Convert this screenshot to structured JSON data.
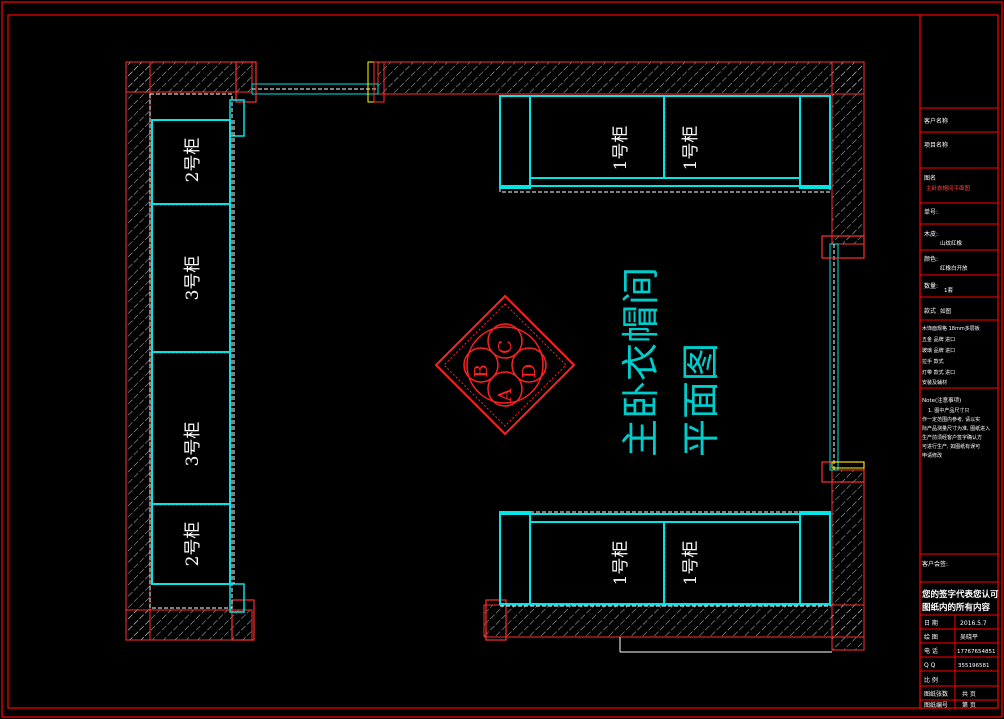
{
  "colors": {
    "background": "#000000",
    "frame": "#ff0000",
    "wall_hatch": "#ffffff",
    "cabinet": "#00e5e5",
    "title_text": "#00cccc",
    "label_text": "#ffffff",
    "accent_red": "#ff2020",
    "accent_yellow": "#ffff00"
  },
  "drawing": {
    "title_line1": "主卧衣帽间",
    "title_line2": "平面图",
    "compass_letters": [
      "A",
      "B",
      "C",
      "D"
    ],
    "cabinets": {
      "left_top": "2号柜",
      "left_upper_mid": "3号柜",
      "left_lower_mid": "3号柜",
      "left_bottom": "2号柜",
      "top_left": "1号柜",
      "top_right": "1号柜",
      "bottom_left": "1号柜",
      "bottom_right": "1号柜"
    }
  },
  "title_block": {
    "client_name": "客户名称",
    "project_name": "项目名称",
    "drawing_name_label": "图名",
    "drawing_name_value": "主卧衣帽间平面图",
    "order_no_label": "单号:",
    "material_label": "木皮:",
    "material_value": "山纹红橡",
    "color_label": "颜色:",
    "color_value": "红橡白开放",
    "quantity_label": "数量:",
    "quantity_value": "1套",
    "style_label": "款式",
    "style_value": "如图",
    "spec_rows": [
      "木饰面规格  18mm多层板",
      "五金  品牌  进口",
      "玻璃  品牌  进口",
      "拉手  款式",
      "灯带  款式  进口",
      "安装及辅材"
    ],
    "note_title": "Note(注意事项)",
    "note_lines": [
      "1. 图中产品尺寸只",
      "作一定范围内参考, 请以实",
      "际产品测量尺寸为准, 图纸进入",
      "生产前须经客户签字确认方",
      "可进行生产, 如图纸有误可",
      "申请修改"
    ],
    "client_sign_label": "客户会签:",
    "confirm_text_1": "您的签字代表您认可",
    "confirm_text_2": "图纸内的所有内容",
    "rows": [
      {
        "label": "日  期",
        "value": "2016.5.7"
      },
      {
        "label": "绘  图",
        "value": "吴晓平"
      },
      {
        "label": "电  话",
        "value": "17767654851"
      },
      {
        "label": "Q  Q",
        "value": "355196581"
      }
    ],
    "scale_label": "比  例",
    "sheet_total_label": "图纸张数",
    "sheet_total_value": "共  页",
    "sheet_no_label": "图纸编号",
    "sheet_no_value": "第  页"
  }
}
